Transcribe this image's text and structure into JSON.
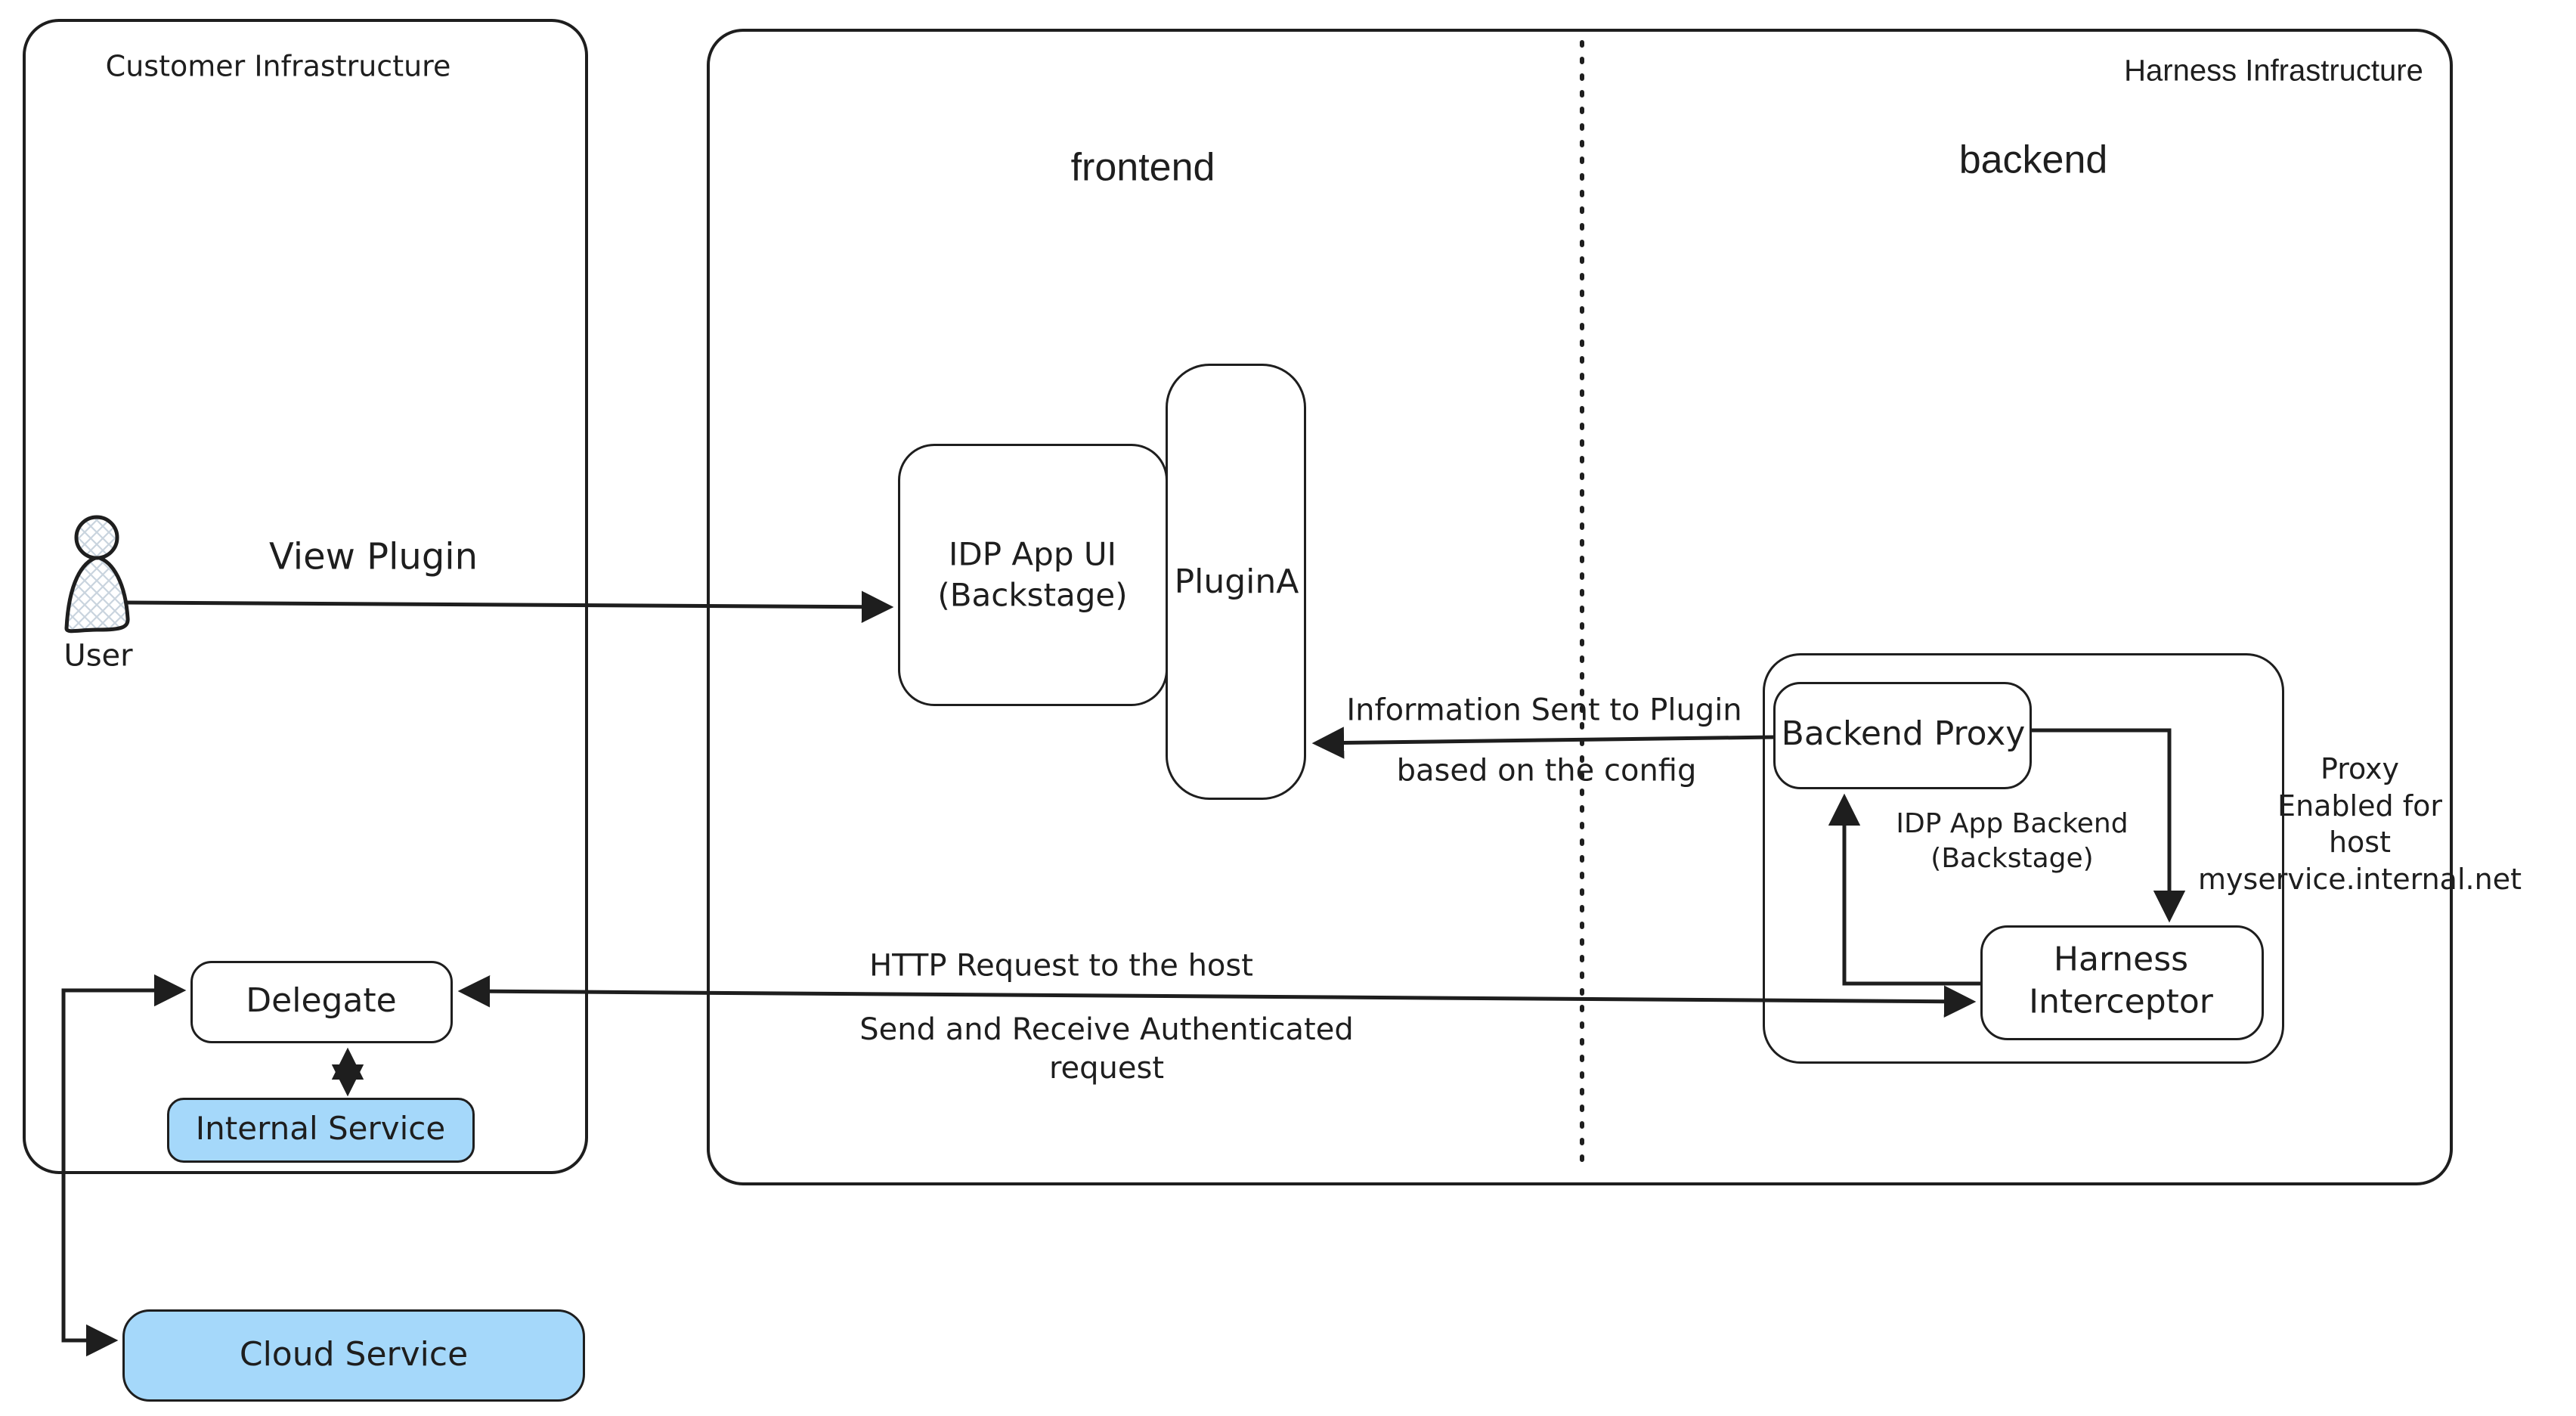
{
  "colors": {
    "stroke": "#1e1e1e",
    "service_fill": "#a5d8fa",
    "background": "#ffffff",
    "hatch_fill": "#c9d4de"
  },
  "regions": {
    "customer": {
      "title": "Customer Infrastructure"
    },
    "harness": {
      "title": "Harness Infrastructure",
      "frontend": "frontend",
      "backend": "backend"
    }
  },
  "nodes": {
    "user": {
      "icon": "person-figure",
      "label": "User"
    },
    "idp_app_ui": {
      "label": "IDP App UI\n(Backstage)"
    },
    "plugin_a": {
      "label": "PluginA"
    },
    "backend_proxy": {
      "label": "Backend Proxy"
    },
    "idp_app_backend": {
      "label": "IDP App Backend\n(Backstage)"
    },
    "harness_interceptor": {
      "label": "Harness\nInterceptor"
    },
    "delegate": {
      "label": "Delegate"
    },
    "internal_service": {
      "label": "Internal Service"
    },
    "cloud_service": {
      "label": "Cloud Service"
    }
  },
  "edges": {
    "view_plugin": {
      "label": "View Plugin"
    },
    "info_sent": {
      "label_top": "Information Sent to Plugin",
      "label_bottom": "based on the config"
    },
    "http_request": {
      "label_top": "HTTP Request to the host",
      "label_bottom": "Send and Receive Authenticated\nrequest"
    },
    "proxy_enabled": {
      "label": "Proxy\nEnabled for\nhost myservice.internal.net"
    }
  }
}
